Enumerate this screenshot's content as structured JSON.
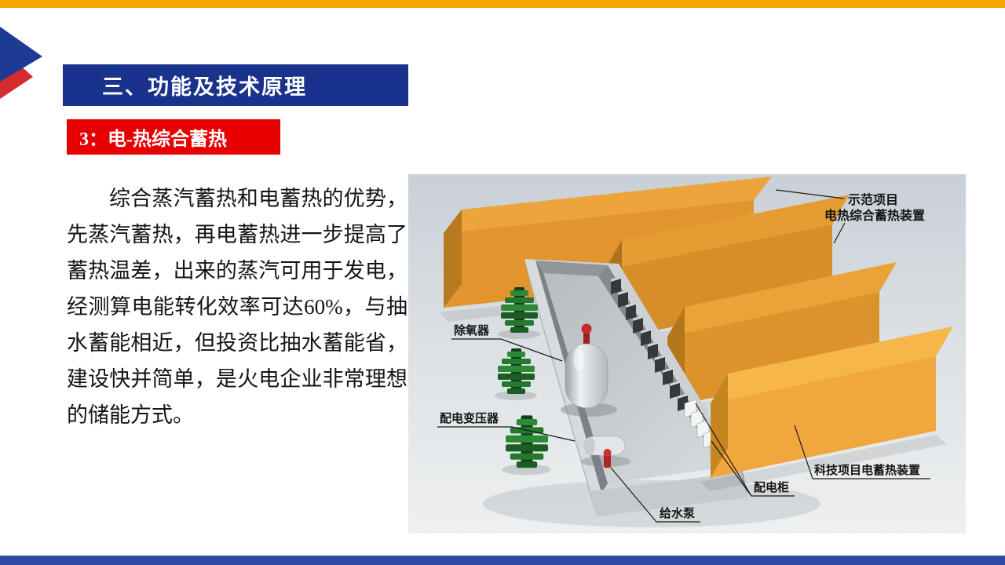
{
  "slide": {
    "section_title": "三、功能及技术原理",
    "subtitle": "3：电-热综合蓄热",
    "paragraph": "综合蒸汽蓄热和电蓄热的优势，先蒸汽蓄热，再电蓄热进一步提高了蓄热温差，出来的蒸汽可用于发电，经测算电能转化效率可达60%，与抽水蓄能相近，但投资比抽水蓄能省，建设快并简单，是火电企业非常理想的储能方式。",
    "colors": {
      "top_bar": "#F5A300",
      "bottom_bar": "#2A4AA5",
      "title_banner": "#19338C",
      "subtitle_banner": "#E60000",
      "accent_blue": "#1C3C94",
      "accent_red": "#D52A2E",
      "tank_orange": "#F0A73E"
    }
  },
  "figure": {
    "labels": {
      "demo_line1": "示范项目",
      "demo_line2": "电热综合蓄热装置",
      "deaerator": "除氧器",
      "transformer": "配电变压器",
      "feed_pump": "给水泵",
      "power_cabinet": "配电柜",
      "tech_project": "科技项目电蓄热装置"
    }
  }
}
